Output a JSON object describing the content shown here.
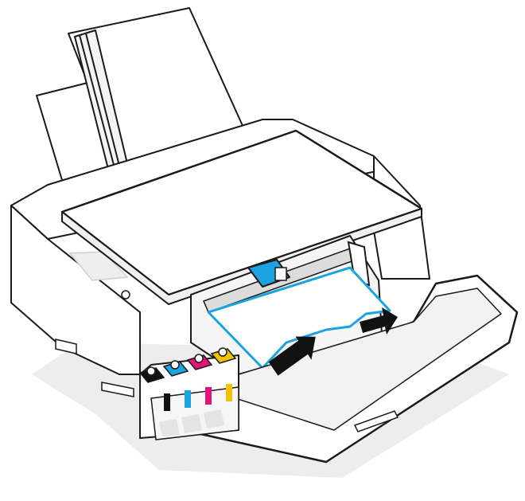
{
  "illustration": {
    "subject": "printer-paper-jam-removal",
    "colors": {
      "outline": "#1a1a1a",
      "body": "#ffffff",
      "body_shade": "#ececec",
      "shadow": "#e6e6e6",
      "highlight_blue": "#1aa3e0",
      "arrow_black": "#111111",
      "ink_black": "#111111",
      "ink_cyan": "#1aa3e0",
      "ink_magenta": "#e0147c",
      "ink_yellow": "#f2c200"
    },
    "ink_tanks": [
      "black",
      "cyan",
      "magenta",
      "yellow"
    ],
    "arrows": [
      "pull-paper-down-left",
      "pull-paper-down-right"
    ]
  }
}
